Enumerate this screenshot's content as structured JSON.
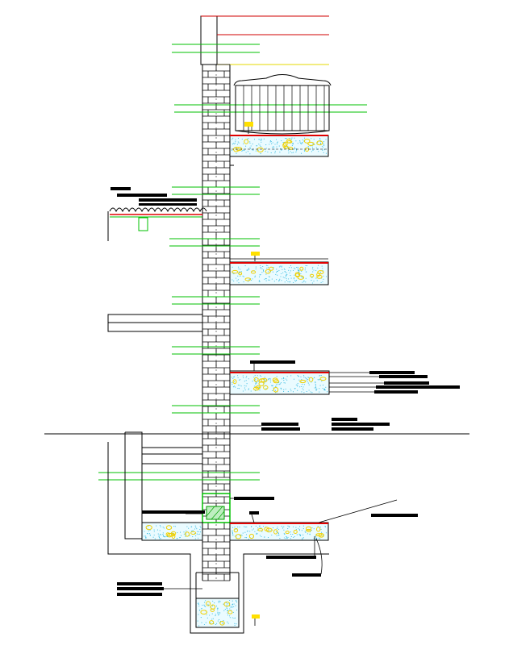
{
  "drawing": {
    "kind": "wall-section",
    "background": "#ffffff",
    "text_labels": [],
    "colors": {
      "outline": "#000000",
      "level_line": "#00c000",
      "parapet_line": "#d00000",
      "membrane": "#e00000",
      "ground_line": "#000000",
      "level_tag": "#ffe000",
      "callout_bar": "#000000",
      "concrete_fill": "#30b8e0",
      "aggregate": "#f0d000",
      "hatch_green": "#00a000"
    },
    "elements": {
      "brick_wall": "masonry-column",
      "water_tank": "rooftop-water-tank",
      "roof_slab": "roof-slab",
      "floor_slabs": [
        "floor-slab-2",
        "floor-slab-1"
      ],
      "eave_detail": "corrugated-eave",
      "balcony": "cantilever-balcony",
      "ground_slab": "ground-floor-slab",
      "footing": "strip-footing",
      "plinth_beam": "plinth-beam-hatched"
    }
  }
}
